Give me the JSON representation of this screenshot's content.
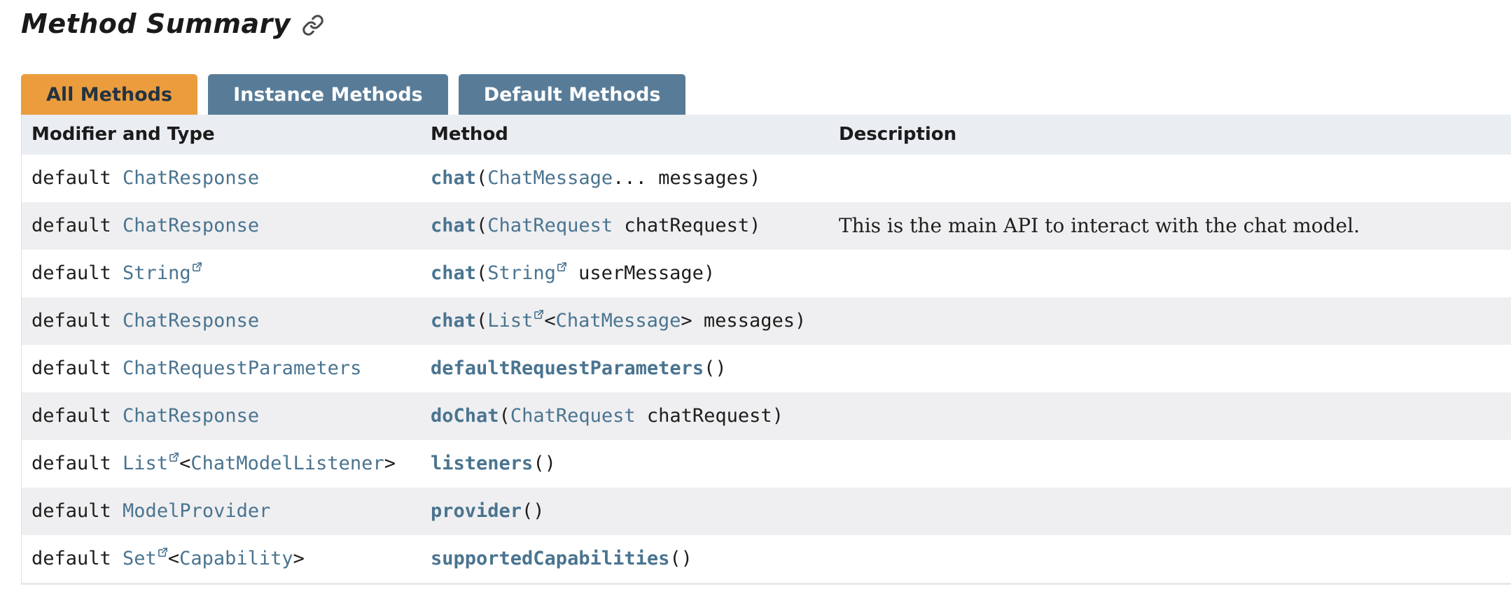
{
  "page": {
    "title": "Method Summary"
  },
  "icons": {
    "heading_link": "link-icon (chain glyph, dark gray)",
    "external_link": "external-link-icon (small box with NE arrow, superscript after external type links)"
  },
  "tabs": [
    {
      "label": "All Methods",
      "active": true
    },
    {
      "label": "Instance Methods",
      "active": false
    },
    {
      "label": "Default Methods",
      "active": false
    }
  ],
  "colors": {
    "active_tab_bg": "#EB9D3E",
    "active_tab_text": "#243341",
    "inactive_tab_bg": "#587C98",
    "inactive_tab_text": "#FFFFFF",
    "header_row_bg": "#EAEDF2",
    "stripe_row_bg": "#EFEFF1",
    "link": "#4A7490",
    "text": "#1D1D1D"
  },
  "table": {
    "headers": [
      "Modifier and Type",
      "Method",
      "Description"
    ],
    "rows": [
      {
        "modifier": [
          {
            "text": "default ",
            "kind": "plain"
          },
          {
            "text": "ChatResponse",
            "kind": "link"
          }
        ],
        "method": [
          {
            "text": "chat",
            "kind": "method-link"
          },
          {
            "text": "(",
            "kind": "plain"
          },
          {
            "text": "ChatMessage",
            "kind": "link"
          },
          {
            "text": "... messages)",
            "kind": "plain"
          }
        ],
        "description": ""
      },
      {
        "modifier": [
          {
            "text": "default ",
            "kind": "plain"
          },
          {
            "text": "ChatResponse",
            "kind": "link"
          }
        ],
        "method": [
          {
            "text": "chat",
            "kind": "method-link"
          },
          {
            "text": "(",
            "kind": "plain"
          },
          {
            "text": "ChatRequest",
            "kind": "link"
          },
          {
            "text": " chatRequest)",
            "kind": "plain"
          }
        ],
        "description": "This is the main API to interact with the chat model."
      },
      {
        "modifier": [
          {
            "text": "default ",
            "kind": "plain"
          },
          {
            "text": "String",
            "kind": "ext-link"
          }
        ],
        "method": [
          {
            "text": "chat",
            "kind": "method-link"
          },
          {
            "text": "(",
            "kind": "plain"
          },
          {
            "text": "String",
            "kind": "ext-link"
          },
          {
            "text": " userMessage)",
            "kind": "plain"
          }
        ],
        "description": ""
      },
      {
        "modifier": [
          {
            "text": "default ",
            "kind": "plain"
          },
          {
            "text": "ChatResponse",
            "kind": "link"
          }
        ],
        "method": [
          {
            "text": "chat",
            "kind": "method-link"
          },
          {
            "text": "(",
            "kind": "plain"
          },
          {
            "text": "List",
            "kind": "ext-link"
          },
          {
            "text": "<",
            "kind": "plain"
          },
          {
            "text": "ChatMessage",
            "kind": "link"
          },
          {
            "text": "> messages)",
            "kind": "plain"
          }
        ],
        "description": ""
      },
      {
        "modifier": [
          {
            "text": "default ",
            "kind": "plain"
          },
          {
            "text": "ChatRequestParameters",
            "kind": "link"
          }
        ],
        "method": [
          {
            "text": "defaultRequestParameters",
            "kind": "method-link"
          },
          {
            "text": "()",
            "kind": "plain"
          }
        ],
        "description": ""
      },
      {
        "modifier": [
          {
            "text": "default ",
            "kind": "plain"
          },
          {
            "text": "ChatResponse",
            "kind": "link"
          }
        ],
        "method": [
          {
            "text": "doChat",
            "kind": "method-link"
          },
          {
            "text": "(",
            "kind": "plain"
          },
          {
            "text": "ChatRequest",
            "kind": "link"
          },
          {
            "text": " chatRequest)",
            "kind": "plain"
          }
        ],
        "description": ""
      },
      {
        "modifier": [
          {
            "text": "default ",
            "kind": "plain"
          },
          {
            "text": "List",
            "kind": "ext-link"
          },
          {
            "text": "<",
            "kind": "plain"
          },
          {
            "text": "ChatModelListener",
            "kind": "link"
          },
          {
            "text": ">",
            "kind": "plain"
          }
        ],
        "method": [
          {
            "text": "listeners",
            "kind": "method-link"
          },
          {
            "text": "()",
            "kind": "plain"
          }
        ],
        "description": ""
      },
      {
        "modifier": [
          {
            "text": "default ",
            "kind": "plain"
          },
          {
            "text": "ModelProvider",
            "kind": "link"
          }
        ],
        "method": [
          {
            "text": "provider",
            "kind": "method-link"
          },
          {
            "text": "()",
            "kind": "plain"
          }
        ],
        "description": ""
      },
      {
        "modifier": [
          {
            "text": "default ",
            "kind": "plain"
          },
          {
            "text": "Set",
            "kind": "ext-link"
          },
          {
            "text": "<",
            "kind": "plain"
          },
          {
            "text": "Capability",
            "kind": "link"
          },
          {
            "text": ">",
            "kind": "plain"
          }
        ],
        "method": [
          {
            "text": "supportedCapabilities",
            "kind": "method-link"
          },
          {
            "text": "()",
            "kind": "plain"
          }
        ],
        "description": ""
      }
    ]
  }
}
